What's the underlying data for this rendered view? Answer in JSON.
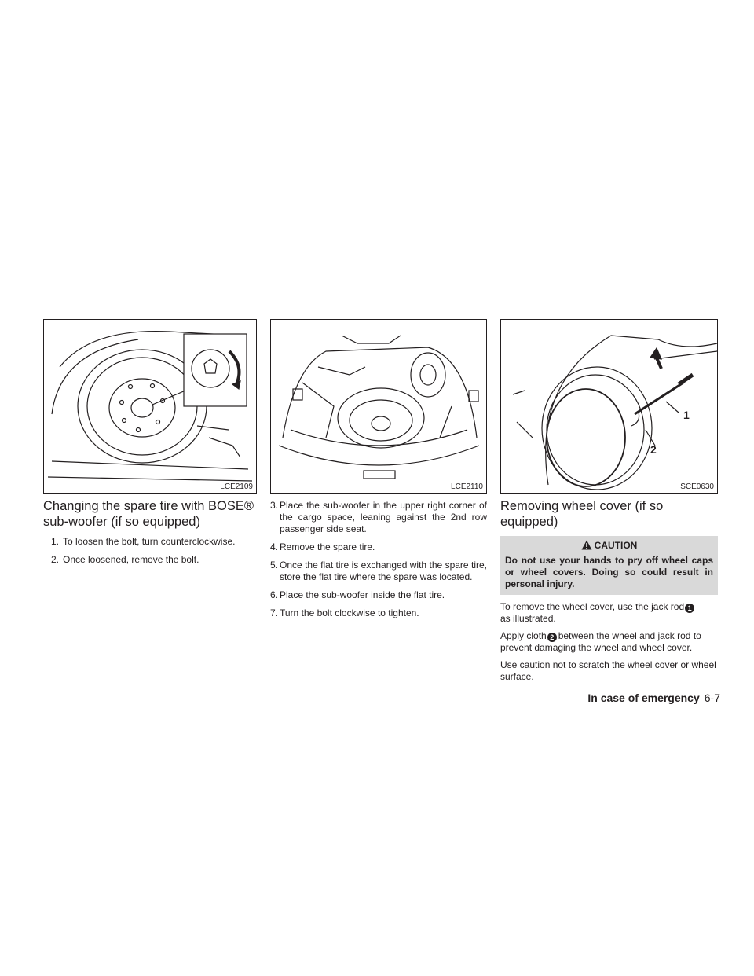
{
  "figures": [
    {
      "code": "LCE2109",
      "icon": "spare-tire-bolt-illustration"
    },
    {
      "code": "LCE2110",
      "icon": "cargo-area-sub-woofer-illustration"
    },
    {
      "code": "SCE0630",
      "icon": "wheel-cover-jack-rod-illustration",
      "callouts": [
        "1",
        "2"
      ]
    }
  ],
  "section1": {
    "heading": "Changing the spare tire with BOSE® sub-woofer (if so equipped)",
    "steps": [
      {
        "num": "1.",
        "text": "To loosen the bolt, turn counterclockwise."
      },
      {
        "num": "2.",
        "text": "Once loosened, remove the bolt."
      }
    ]
  },
  "section1_cont": {
    "steps": [
      {
        "num": "3.",
        "text": "Place the sub-woofer in the upper right corner of the cargo space, leaning against the 2nd row passenger side seat."
      },
      {
        "num": "4.",
        "text": "Remove the spare tire."
      },
      {
        "num": "5.",
        "text": "Once the flat tire is exchanged with the spare tire, store the flat tire where the spare was located."
      },
      {
        "num": "6.",
        "text": "Place the sub-woofer inside the flat tire."
      },
      {
        "num": "7.",
        "text": "Turn the bolt clockwise to tighten."
      }
    ]
  },
  "section2": {
    "heading": "Removing wheel cover (if so equipped)",
    "caution_title": "CAUTION",
    "caution_text": "Do not use your hands to pry off wheel caps or wheel covers. Doing so could result in personal injury.",
    "p1_before": "To remove the wheel cover, use the jack rod",
    "p1_marker": "1",
    "p1_after": "as illustrated.",
    "p2_before": "Apply cloth",
    "p2_marker": "2",
    "p2_after": "between the wheel and jack rod to prevent damaging the wheel and wheel cover.",
    "p3": "Use caution not to scratch the wheel cover or wheel surface."
  },
  "footer": {
    "section": "In case of emergency",
    "page": "6-7"
  }
}
